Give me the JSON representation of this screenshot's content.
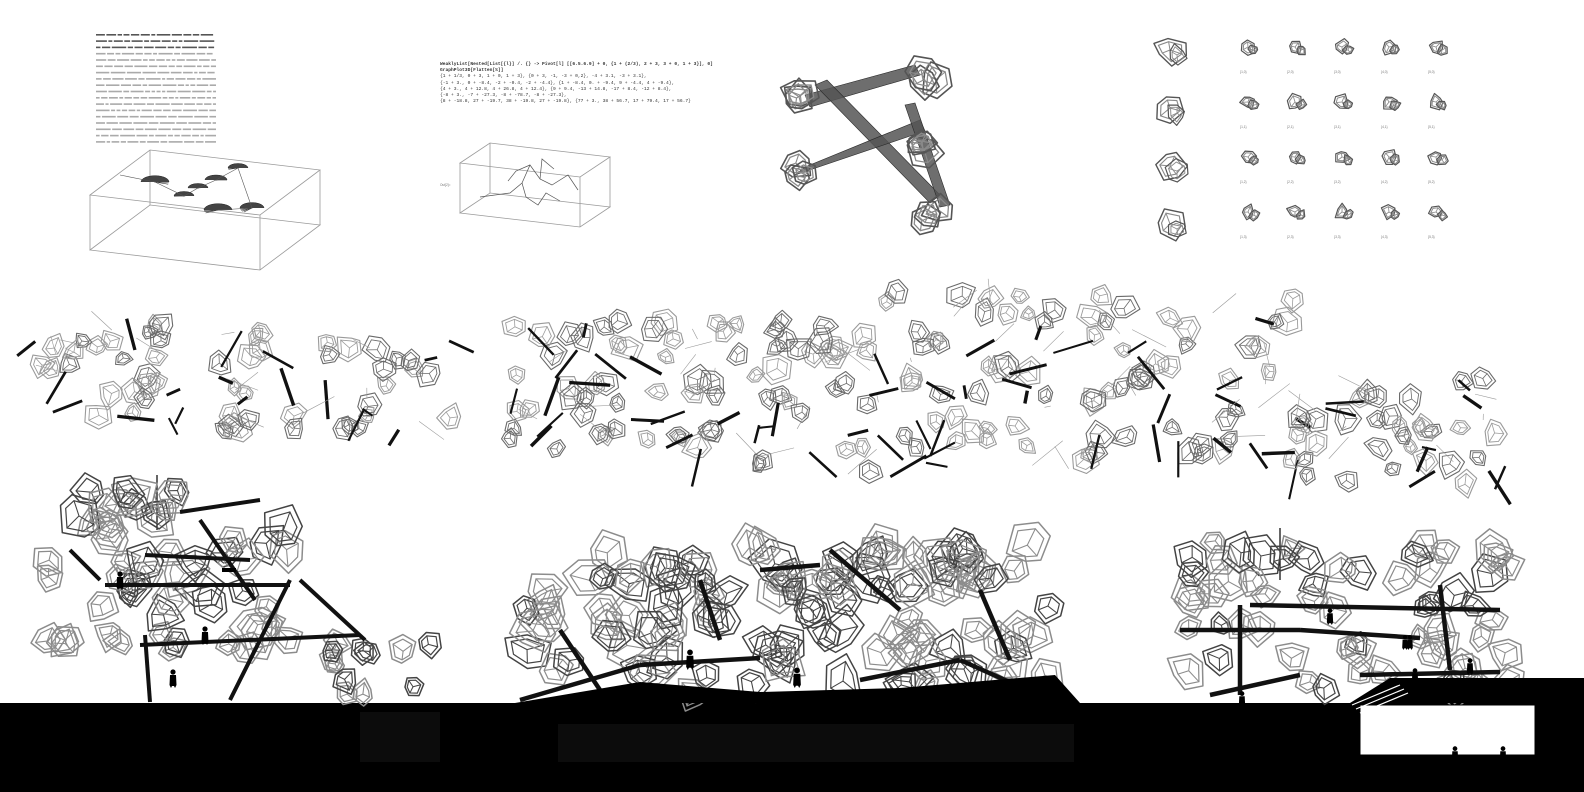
{
  "code_panel_b": {
    "lines": [
      "WeaklyList[Nested[List[{l}] /. {} -> Pivot[l] [[6.5.6.9] + 0, {1 + (2/3), 2 + 3, 3 + 0, 1 + 3}], 0]",
      "GraphPlot3D[Flatten[%]]",
      "{1 + 1/3, 0 + 3, 1 + 0, 1 + 3}, {0 + 3, -1, -3 + 0,2}, -4 + 3.1, -3 + 3.1},",
      "{-1 + 3., 0 + -8.4, -2 + -0.4, -2 + -4.4}, {1 + -8.4, 0. + -9.4, 9 + -4.4, 4 + -9.4},",
      "{4 + 3., 4 + 12.8, 4 + 26.8, 4 + 12.4}, {9 + 9.4, -13 + 14.8, -17 + 8.4, -12 + 8.4},",
      "{-8 + 3., -7 + -27.3, -8 + -78.7, -8 + -27.3},",
      "{8 + -18.8, 27 + -19.7, 38 + -19.8, 27 + -19.8}, {77 + 3., 38 + 56.7, 17 + 79.4, 17 + 56.7}"
    ],
    "prefix_out": "Out[2]="
  },
  "thumbnail_grid": {
    "captions": [
      "{1,0}",
      "{2,0}",
      "{3,0}",
      "{4,0}",
      "{5,0}",
      "{1,1}",
      "{2,1}",
      "{3,1}",
      "{4,1}",
      "{5,1}",
      "{1,2}",
      "{2,2}",
      "{3,2}",
      "{4,2}",
      "{5,2}",
      "{1,3}",
      "{2,3}",
      "{3,3}",
      "{4,3}",
      "{5,3}"
    ]
  },
  "colors": {
    "ground": "#000000",
    "line": "#555555",
    "line_light": "#8a8a8a",
    "strut": "#111111",
    "band": "#2a2a2a"
  }
}
